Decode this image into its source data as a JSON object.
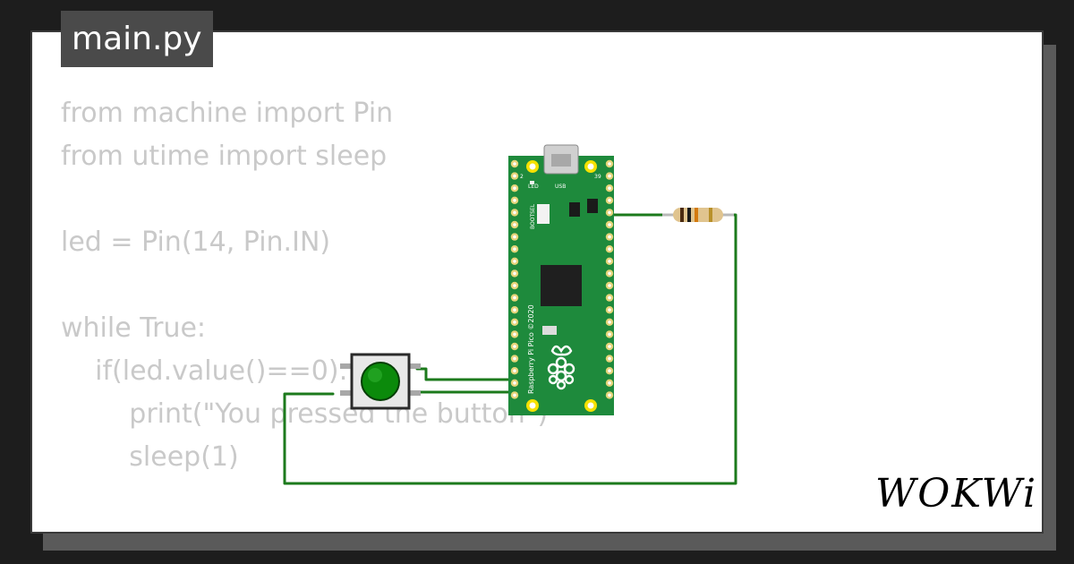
{
  "tab": {
    "filename": "main.py"
  },
  "code": {
    "text": "from machine import Pin\nfrom utime import sleep\n\nled = Pin(14, Pin.IN)\n\nwhile True:\n    if(led.value()==0):\n        print(\"You pressed the button\")\n        sleep(1)"
  },
  "board": {
    "usb_label": "USB",
    "led_label": "LED",
    "bootsel_label": "BOOTSEL",
    "pin_left": "2",
    "pin_right": "39",
    "silk_text": "Raspberry Pi Pico ©2020"
  },
  "brand": {
    "logo_text": "WOKWi"
  },
  "colors": {
    "background": "#1d1d1d",
    "card": "#ffffff",
    "tab": "#4a4a4a",
    "code": "#c9c9c9",
    "board": "#1e8a3c",
    "wire": "#1c7a1c",
    "button_cap": "#0b8a0b"
  }
}
